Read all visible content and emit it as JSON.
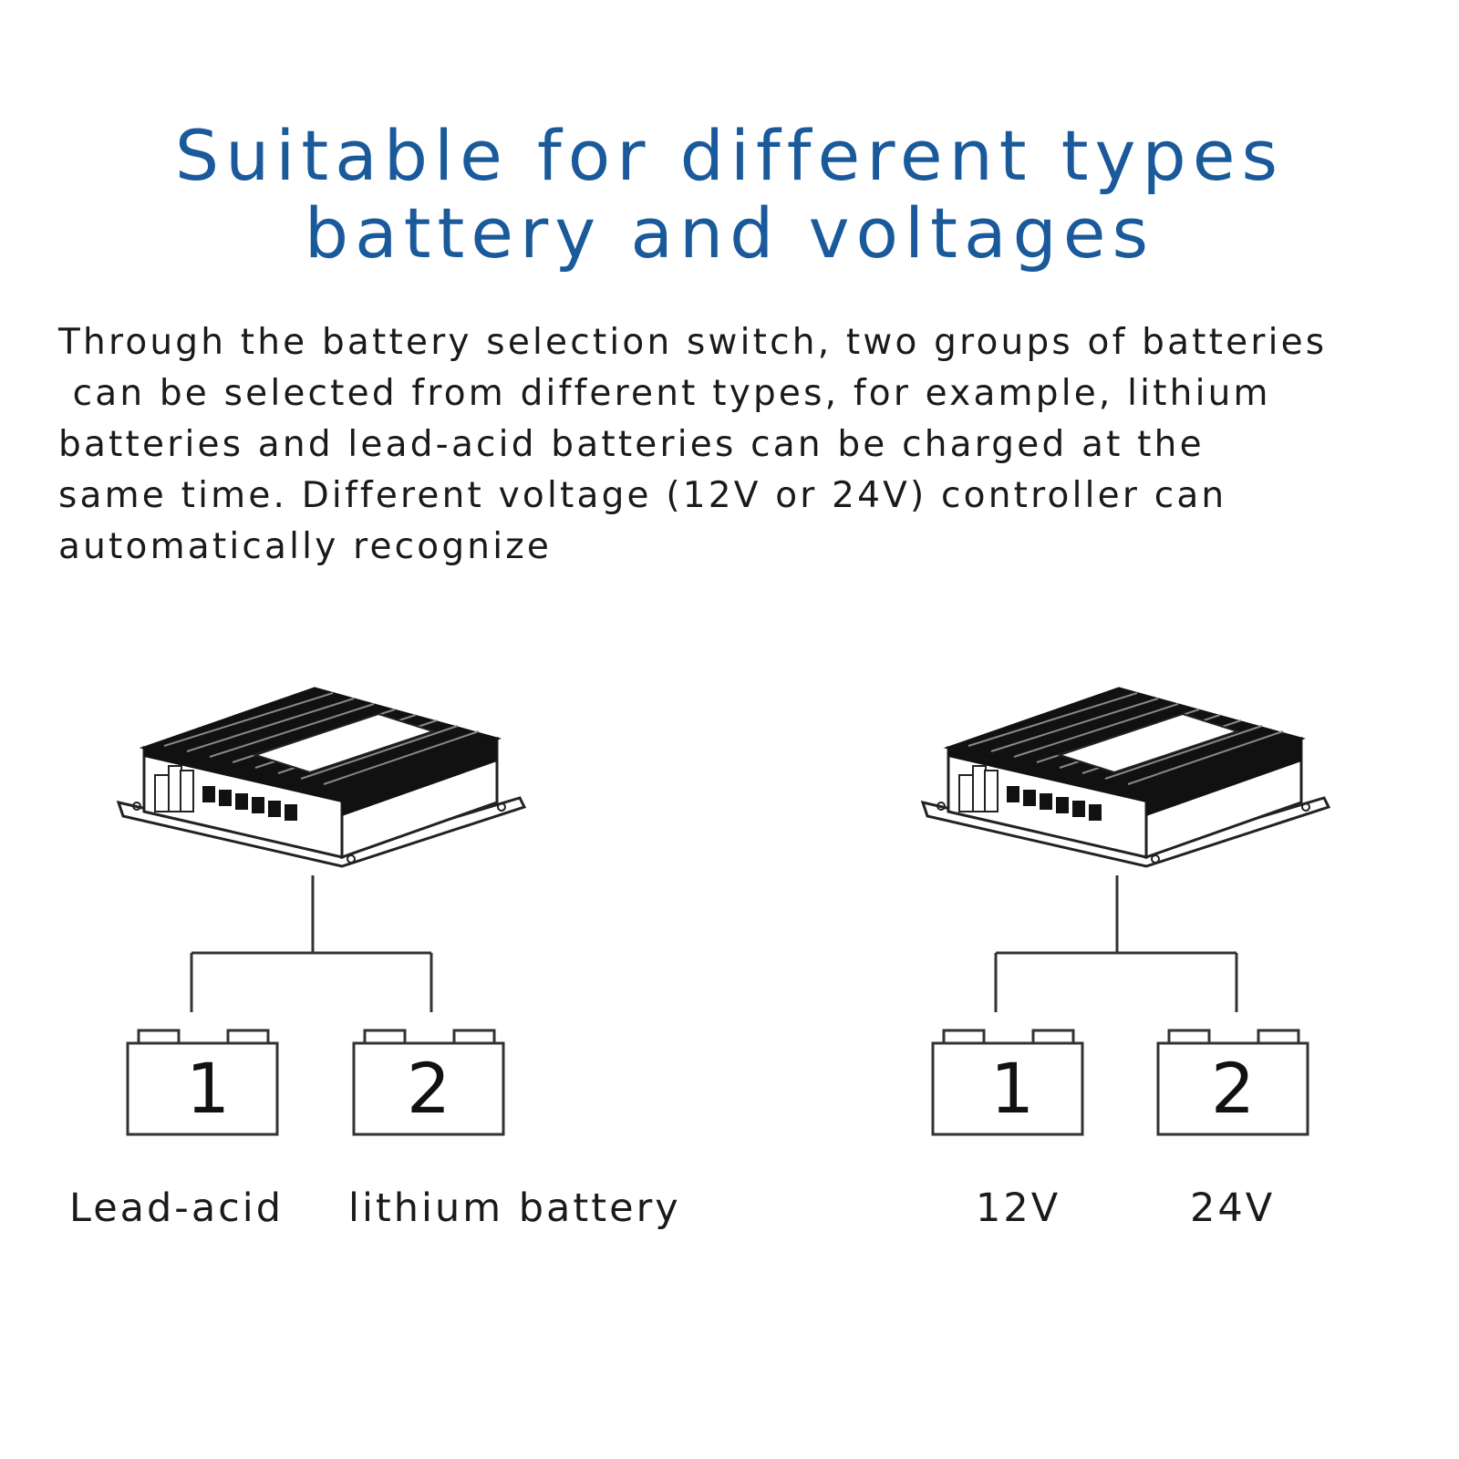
{
  "title": {
    "line1": "Suitable for different types",
    "line2": "battery and voltages"
  },
  "description": {
    "line1": "Through the battery selection switch, two groups of batteries",
    "line2": " can be selected from different types, for example, lithium",
    "line3": "batteries and lead-acid batteries can be charged at the",
    "line4": "same time. Different voltage (12V or 24V) controller can",
    "line5": "automatically recognize"
  },
  "diagram_left": {
    "battery_1_number": "1",
    "battery_2_number": "2",
    "battery_1_label": "Lead-acid",
    "battery_2_label": "lithium battery"
  },
  "diagram_right": {
    "battery_1_number": "1",
    "battery_2_number": "2",
    "battery_1_label": "12V",
    "battery_2_label": "24V"
  },
  "colors": {
    "title": "#1a5a9a",
    "text": "#1a1a1a",
    "line": "#333333"
  }
}
